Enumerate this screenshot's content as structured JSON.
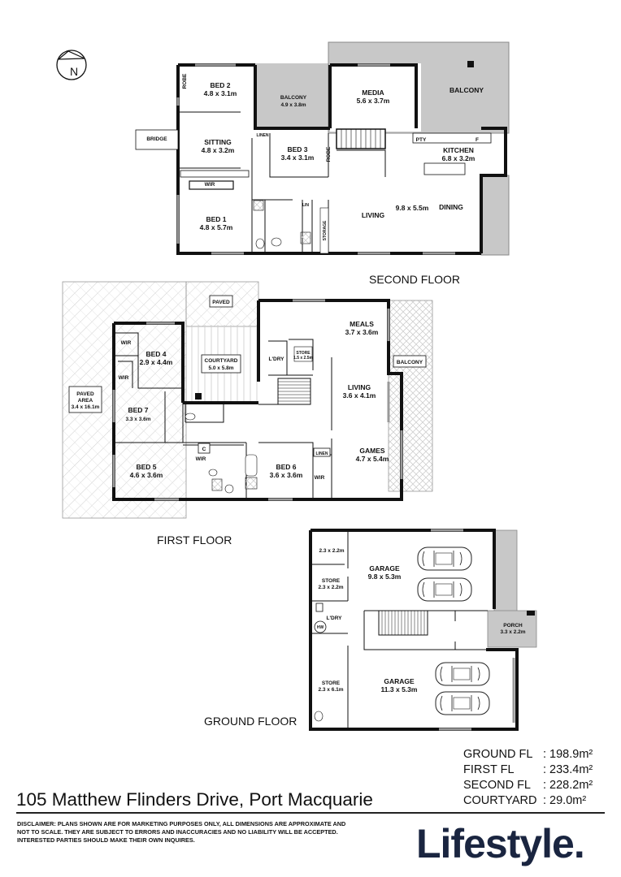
{
  "compass": {
    "label": "N"
  },
  "floors": {
    "second": {
      "title": "SECOND FLOOR",
      "rooms": {
        "robe1": "ROBE",
        "bed2_name": "BED 2",
        "bed2_dim": "4.8 x 3.1m",
        "balcony1_name": "BALCONY",
        "balcony1_dim": "4.9 x 3.8m",
        "media_name": "MEDIA",
        "media_dim": "5.6 x 3.7m",
        "balcony2_name": "BALCONY",
        "bridge": "BRIDGE",
        "sitting_name": "SITTING",
        "sitting_dim": "4.8 x 3.2m",
        "linen": "LINEN",
        "bed3_name": "BED 3",
        "bed3_dim": "3.4 x 3.1m",
        "robe2": "ROBE",
        "pty": "PTY",
        "fridge": "F",
        "kitchen_name": "KITCHEN",
        "kitchen_dim": "6.8 x 3.2m",
        "wir": "WIR",
        "bed1_name": "BED 1",
        "bed1_dim": "4.8 x 5.7m",
        "lin": "LIN",
        "storage": "STORAGE",
        "living_name": "LIVING",
        "living_dim": "9.8 x 5.5m",
        "dining_name": "DINING"
      }
    },
    "first": {
      "title": "FIRST FLOOR",
      "rooms": {
        "paved": "PAVED",
        "meals_name": "MEALS",
        "meals_dim": "3.7 x 3.6m",
        "wir_a": "WIR",
        "bed4_name": "BED 4",
        "bed4_dim": "2.9 x 4.4m",
        "courtyard_name": "COURTYARD",
        "courtyard_dim": "5.0 x 5.8m",
        "laundry": "L'DRY",
        "store_name": "STORE",
        "store_dim": "1.5 x 2.5m",
        "balcony_name": "BALCONY",
        "wir_b": "WIR",
        "paved_area_name1": "PAVED",
        "paved_area_name2": "AREA",
        "paved_area_dim": "3.4 x 16.1m",
        "living_name": "LIVING",
        "living_dim": "3.6 x 4.1m",
        "bed7_name": "BED 7",
        "bed7_dim": "3.3 x 3.6m",
        "c": "C",
        "linen": "LINEN",
        "wir_c": "WIR",
        "bed5_name": "BED 5",
        "bed5_dim": "4.6 x 3.6m",
        "bed6_name": "BED 6",
        "bed6_dim": "3.6 x 3.6m",
        "wir_d": "WIR",
        "games_name": "GAMES",
        "games_dim": "4.7 x 5.4m"
      }
    },
    "ground": {
      "title": "GROUND FLOOR",
      "rooms": {
        "room_dim": "2.3 x 2.2m",
        "garage1_name": "GARAGE",
        "garage1_dim": "9.8 x 5.3m",
        "store1_name": "STORE",
        "store1_dim": "2.3 x 2.2m",
        "laundry": "L'DRY",
        "hw": "HW",
        "porch_name": "PORCH",
        "porch_dim": "3.3 x 2.2m",
        "store2_name": "STORE",
        "store2_dim": "2.3 x 6.1m",
        "garage2_name": "GARAGE",
        "garage2_dim": "11.3 x 5.3m"
      }
    }
  },
  "areas": [
    {
      "label": "GROUND FL",
      "value": ": 198.9m²"
    },
    {
      "label": "FIRST FL",
      "value": ": 233.4m²"
    },
    {
      "label": "SECOND FL",
      "value": ": 228.2m²"
    },
    {
      "label": "COURTYARD",
      "value": ":   29.0m²"
    }
  ],
  "footer": {
    "address": "105 Matthew Flinders Drive, Port Macquarie",
    "disclaimer": "DISCLAIMER: PLANS SHOWN ARE FOR MARKETING PURPOSES ONLY, ALL DIMENSIONS ARE APPROXIMATE AND NOT  TO SCALE. THEY  ARE SUBJECT  TO ERRORS AND INACCURACIES  AND NO LIABILITY  WILL  BE ACCEPTED. INTERESTED PARTIES SHOULD MAKE THEIR OWN INQUIRES.",
    "brand": "Lifestyle."
  },
  "colors": {
    "balcony_fill": "#c8c8c8",
    "brand": "#1a2540",
    "wall": "#111111",
    "hatch": "#cfcfcf"
  }
}
